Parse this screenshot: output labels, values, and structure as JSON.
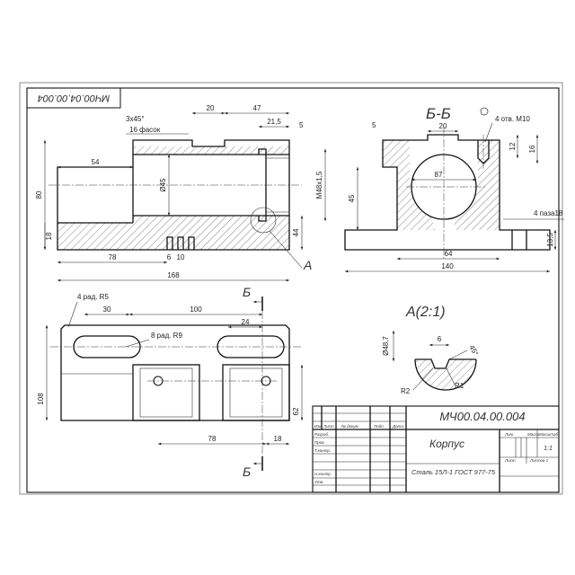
{
  "stamp": {
    "doc_code": "МЧ00.04.00.004",
    "doc_code_rotated": "МЧ00.04.00.004"
  },
  "dims_front": {
    "chamfer": "3x45°",
    "chamfer_count": "16 фасок",
    "d20": "20",
    "d47": "47",
    "d21_5": "21,5",
    "d5": "5",
    "d54": "54",
    "d80": "80",
    "dia45": "Ø45",
    "thread": "М48х1,5",
    "d18": "18",
    "d44": "44",
    "d78": "78",
    "d6": "6",
    "d10": "10",
    "d168": "168",
    "callout": "А"
  },
  "dims_section": {
    "title": "Б-Б",
    "d5": "5",
    "d20": "20",
    "holes": "4 отв. М10",
    "d12": "12",
    "d16": "16",
    "d87": "87",
    "d45": "45",
    "slots": "4 паза18",
    "d13_5": "13,5",
    "d64": "64",
    "d140": "140"
  },
  "dims_plan": {
    "radius4": "4 рад. R5",
    "d30": "30",
    "d100": "100",
    "d24": "24",
    "radius8": "8 рад. R9",
    "d108": "108",
    "d62": "62",
    "d78": "78",
    "d18": "18",
    "cut_top": "Б",
    "cut_bottom": "Б"
  },
  "detail": {
    "title": "А(2:1)",
    "d6": "6",
    "dia48_7": "Ø48,7",
    "angle": "45°",
    "r2": "R2",
    "r1": "R1"
  },
  "title_block": {
    "designation": "МЧ00.04.00.004",
    "name": "Корпус",
    "material": "Сталь 15Л-1 ГОСТ 977-75",
    "scale": "1:1",
    "col_izm": "Изм",
    "col_list": "Лист",
    "col_doc": "№ докум.",
    "col_sign": "Подп.",
    "col_date": "Дата",
    "row_dev": "Разраб.",
    "row_check": "Пров.",
    "row_tcontrol": "Т.контр.",
    "row_ncontrol": "Н.контр.",
    "row_approve": "Утв.",
    "lit": "Лит.",
    "mass": "Масса",
    "scale_label": "Масштаб",
    "sheet": "Лист",
    "sheets": "Листов 1"
  }
}
